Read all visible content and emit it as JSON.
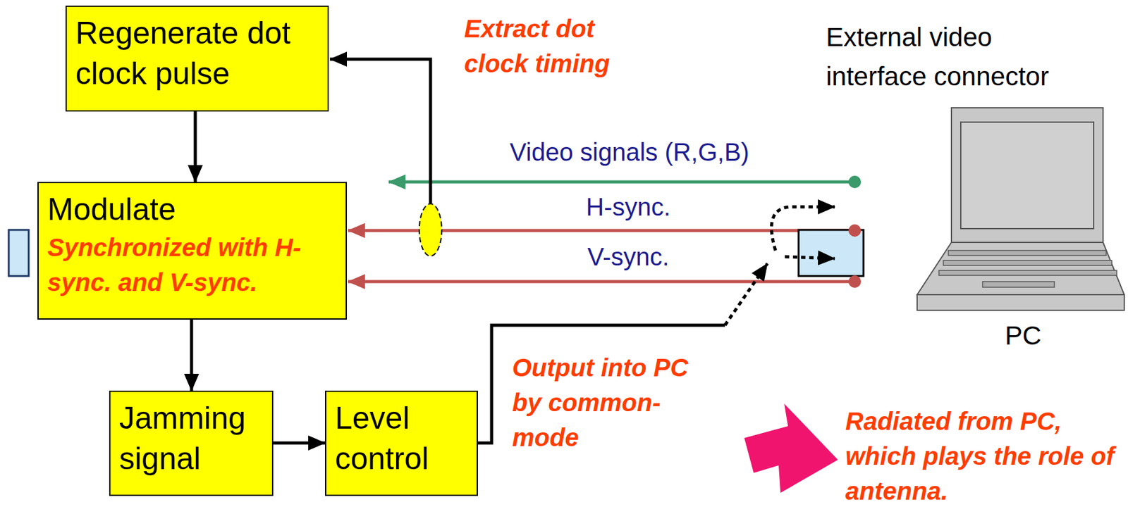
{
  "diagram": {
    "nodes": [
      {
        "text": [
          "Regenerate dot clock pulse"
        ]
      },
      {
        "text": [
          "Modulate",
          "Synchronized with H-sync. and V-sync."
        ]
      },
      {
        "text": [
          "Jamming signal"
        ]
      },
      {
        "text": [
          "Level control"
        ]
      }
    ],
    "edges": [
      {
        "from": 0,
        "to": 1,
        "arrow": "to"
      },
      {
        "from": 1,
        "to": 2,
        "arrow": "to"
      },
      {
        "from": 2,
        "to": 3,
        "arrow": "to"
      }
    ],
    "labels": [
      "Extract dot clock timing",
      "External video interface connector",
      "Video signals (R,G,B)",
      "H-sync.",
      "V-sync.",
      "PC",
      "Output into PC by common-mode",
      "Radiated from PC, which plays the role of antenna."
    ]
  }
}
